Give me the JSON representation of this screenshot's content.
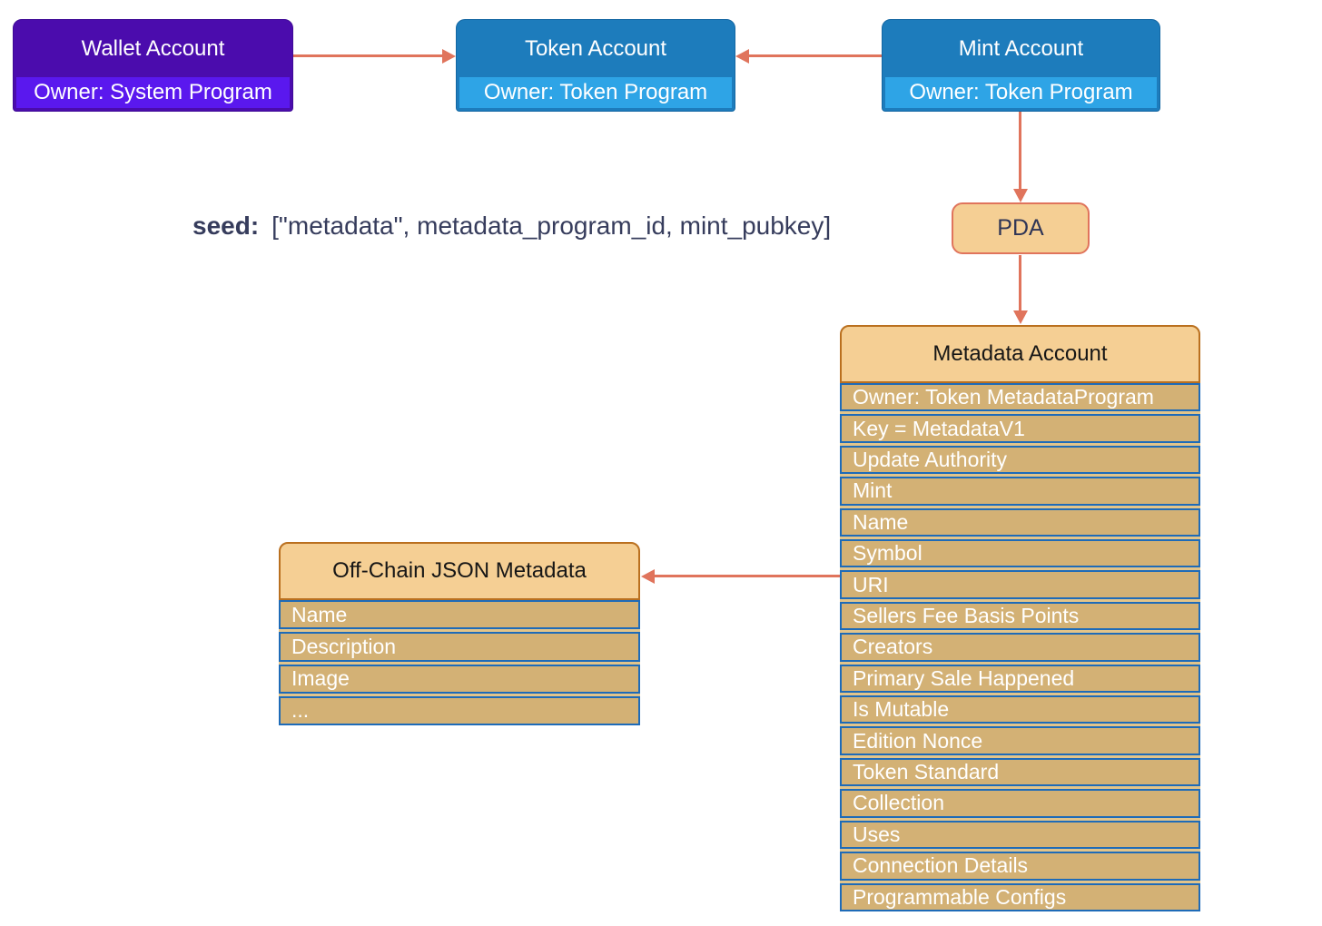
{
  "wallet_account": {
    "title": "Wallet Account",
    "owner": "Owner: System Program"
  },
  "token_account": {
    "title": "Token Account",
    "owner": "Owner: Token Program"
  },
  "mint_account": {
    "title": "Mint Account",
    "owner": "Owner: Token Program"
  },
  "seed": {
    "label": "seed:",
    "value": "[\"metadata\", metadata_program_id, mint_pubkey]"
  },
  "pda": {
    "label": "PDA"
  },
  "metadata_account": {
    "title": "Metadata Account",
    "rows": [
      "Owner: Token MetadataProgram",
      "Key = MetadataV1",
      "Update Authority",
      "Mint",
      "Name",
      "Symbol",
      "URI",
      "Sellers Fee Basis Points",
      "Creators",
      "Primary Sale Happened",
      "Is Mutable",
      "Edition Nonce",
      "Token Standard",
      "Collection",
      "Uses",
      "Connection Details",
      "Programmable Configs"
    ]
  },
  "offchain_metadata": {
    "title": "Off-Chain JSON Metadata",
    "rows": [
      "Name",
      "Description",
      "Image",
      "..."
    ]
  },
  "colors": {
    "purple_header": "#4B0CAD",
    "purple_owner_row": "#5A18EE",
    "blue_header": "#1D7CBC",
    "blue_owner_row": "#2EA4E6",
    "tan_fill": "#F5CF94",
    "tan_border": "#BA701F",
    "attr_row_fill": "#D3B175",
    "attr_row_border": "#1E6BB8",
    "arrow": "#E0745C",
    "dark_text": "#363C5C"
  }
}
